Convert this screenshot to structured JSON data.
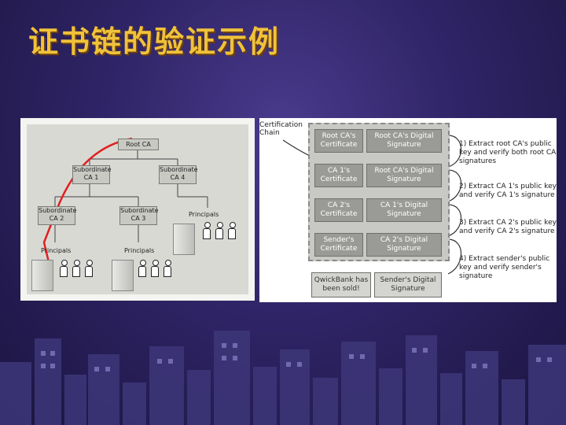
{
  "slide": {
    "title": "证书链的验证示例"
  },
  "left": {
    "root": "Root CA",
    "sub1": "Subordinate CA 1",
    "sub4": "Subordinate CA 4",
    "sub2": "Subordinate CA 2",
    "sub3": "Subordinate CA 3",
    "principals_a": "Principals",
    "principals_b": "Principals",
    "principals_c": "Principals"
  },
  "right": {
    "chain_label": "Certification Chain",
    "rows": [
      {
        "cert": "Root CA's Certificate",
        "sig": "Root CA's Digital Signature"
      },
      {
        "cert": "CA 1's Certificate",
        "sig": "Root CA's Digital Signature"
      },
      {
        "cert": "CA 2's Certificate",
        "sig": "CA 1's Digital Signature"
      },
      {
        "cert": "Sender's Certificate",
        "sig": "CA 2's Digital Signature"
      }
    ],
    "message": {
      "text": "QwickBank has been sold!",
      "sig": "Sender's Digital Signature"
    },
    "steps": [
      "1) Extract root CA's public key and verify both root CA signatures",
      "2) Extract CA 1's public key and verify CA 1's signature",
      "3) Extract CA 2's public key and verify CA 2's signature",
      "4) Extract sender's public key and verify sender's signature"
    ]
  }
}
